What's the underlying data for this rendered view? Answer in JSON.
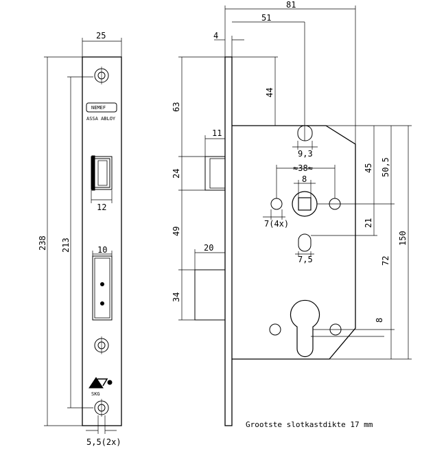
{
  "front_view": {
    "width": "25",
    "overall_height": "238",
    "hole_spacing": "213",
    "latch_width": "12",
    "bolt_width": "10",
    "screw_hole": "5,5(2x)",
    "logo_text": "NEMEF",
    "brand_text": "ASSA ABLOY",
    "mark_text": "SKG"
  },
  "side_view": {
    "overall_width": "81",
    "backset": "51",
    "faceplate": "4",
    "latch_throw": "11",
    "bolt_throw": "20",
    "height_top": "63",
    "latch_height": "24",
    "between": "49",
    "bolt_height": "34",
    "spindle_offset": "44",
    "top_hole_dia": "9,3",
    "handle_spacing": "≈38≈",
    "square": "8",
    "fixing_holes": "7(4x)",
    "lower_hole_dia": "7,5",
    "dim_45": "45",
    "dim_50_5": "50,5",
    "dim_21": "21",
    "dim_72": "72",
    "case_height": "150",
    "cylinder_dim": "8"
  },
  "note": "Grootste slotkastdikte 17 mm"
}
